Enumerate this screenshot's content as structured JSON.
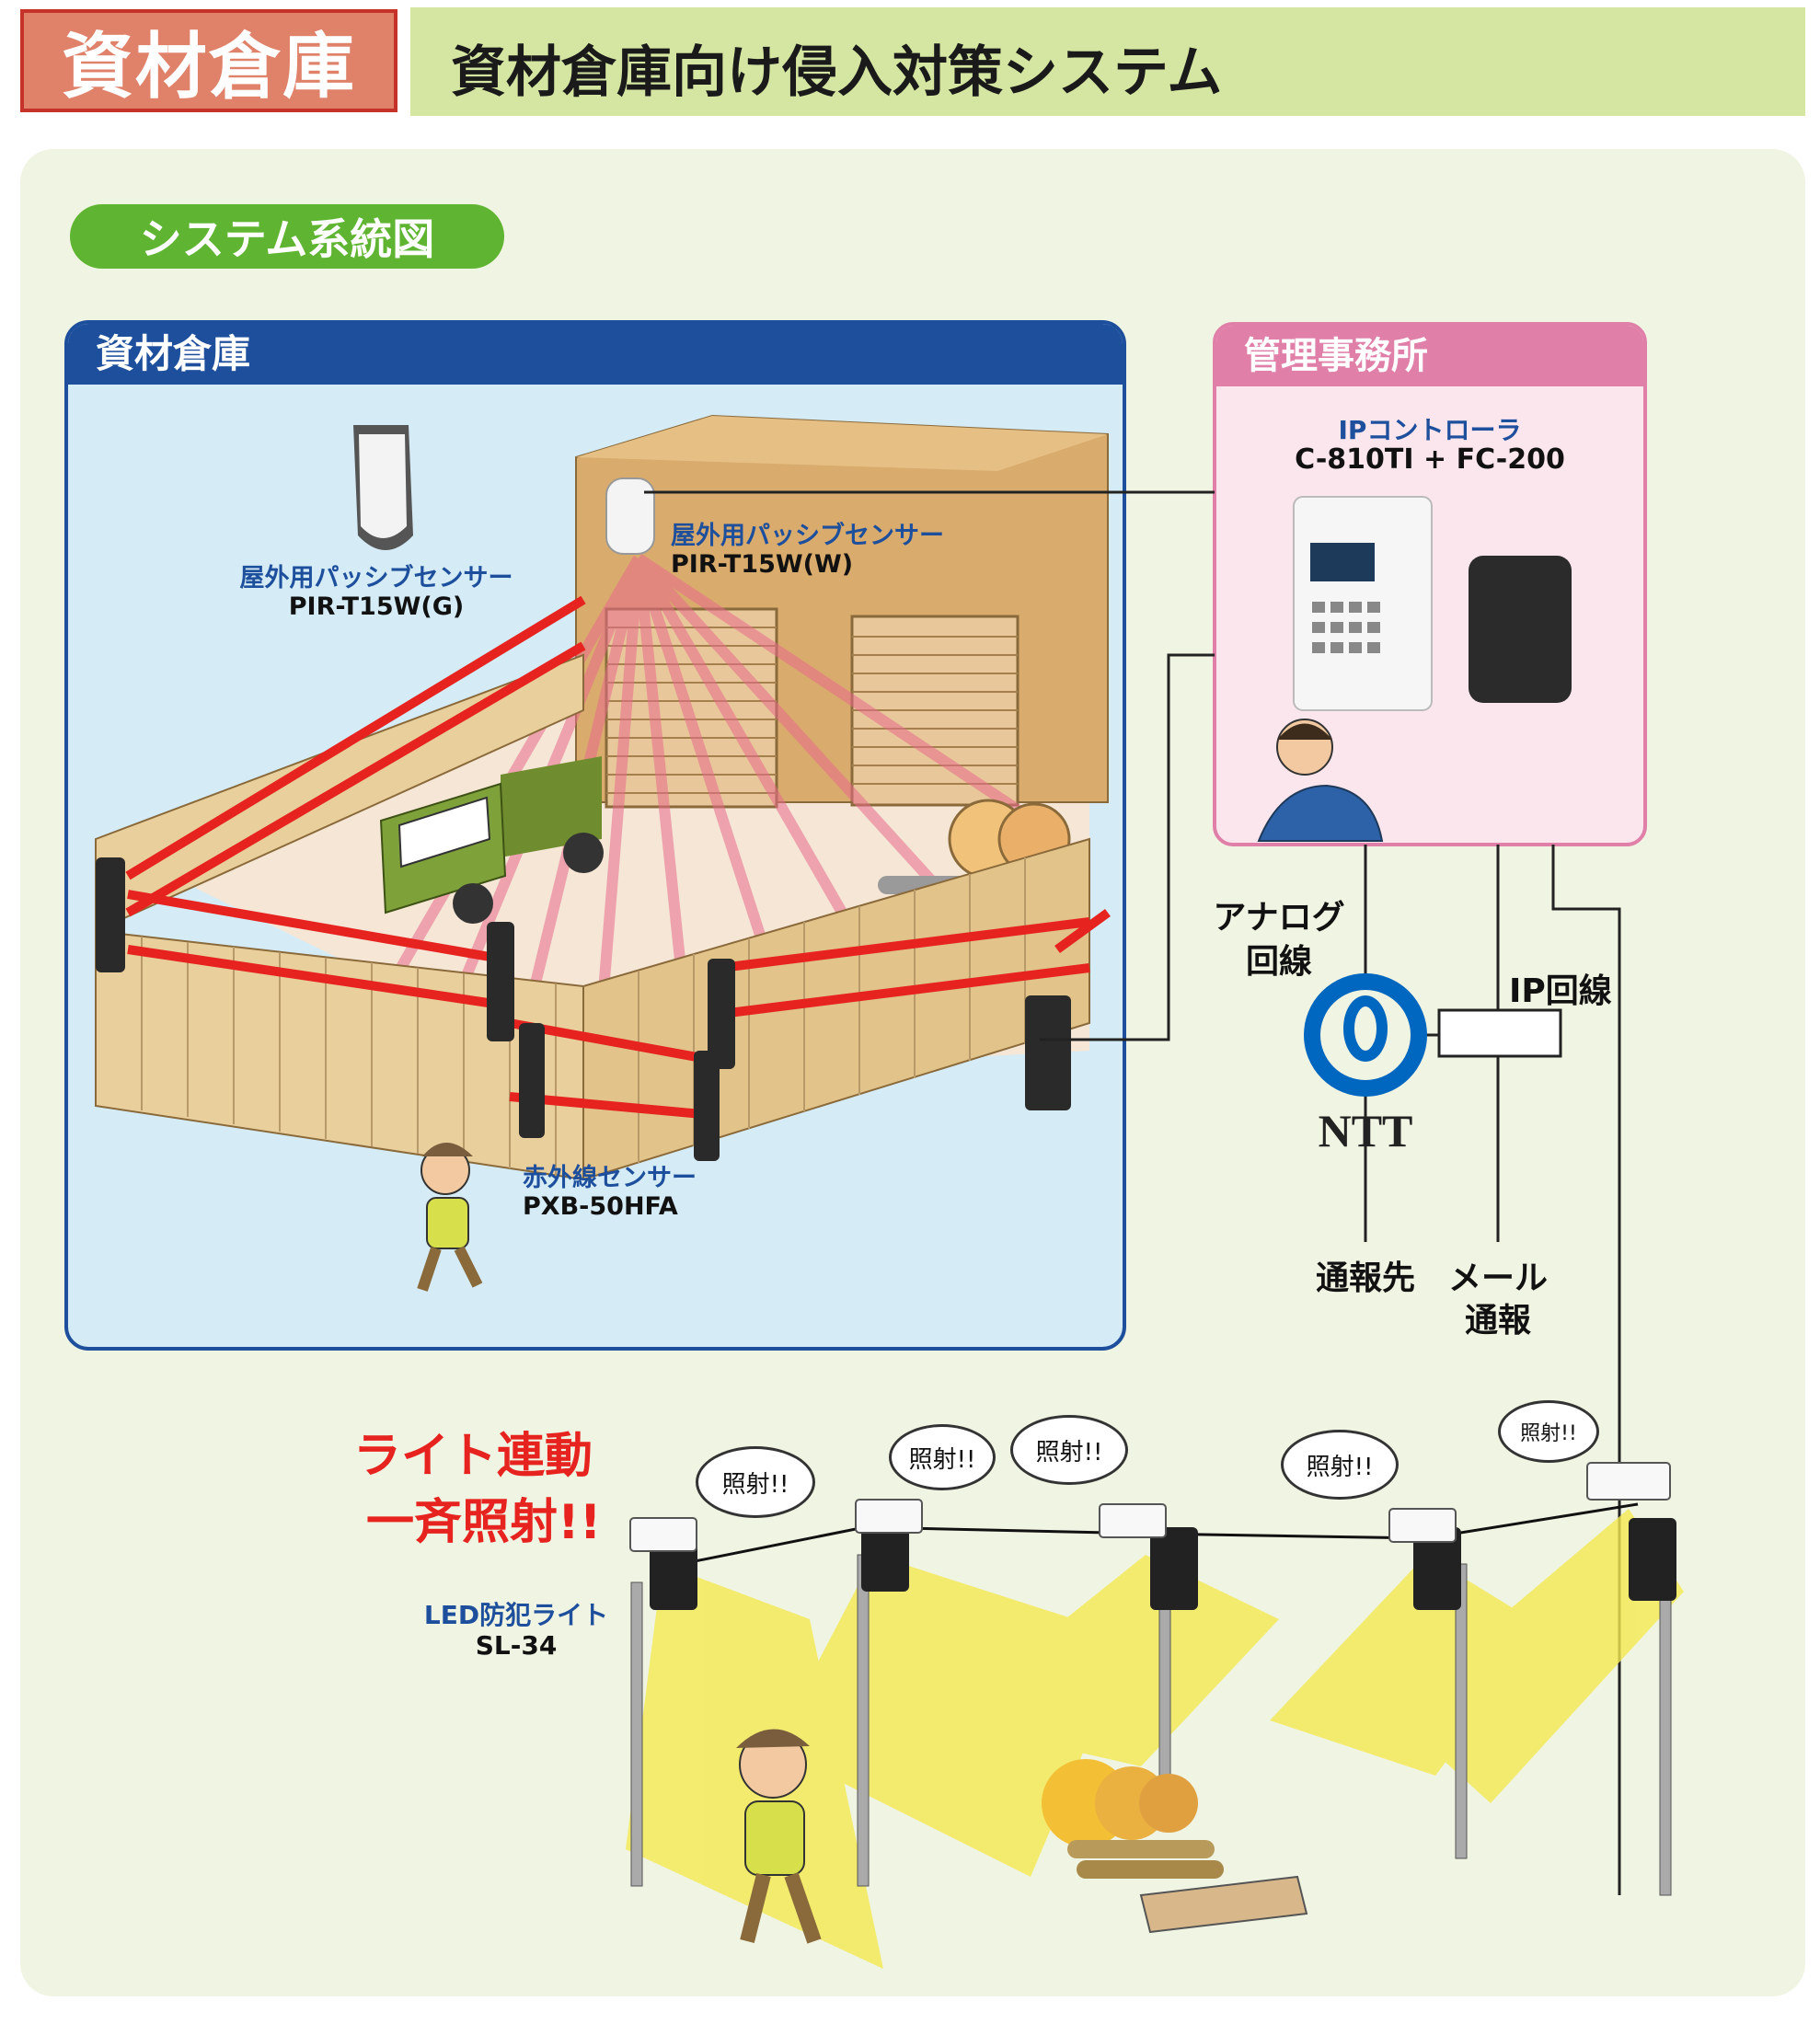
{
  "header": {
    "badge": "資材倉庫",
    "title": "資材倉庫向け侵入対策システム"
  },
  "section_pill": "システム系統図",
  "warehouse_panel": {
    "title": "資材倉庫",
    "sensor_g": {
      "name": "屋外用パッシブセンサー",
      "model": "PIR-T15W(G)"
    },
    "sensor_w": {
      "name": "屋外用パッシブセンサー",
      "model": "PIR-T15W(W)"
    },
    "ir_sensor": {
      "name": "赤外線センサー",
      "model": "PXB-50HFA"
    }
  },
  "office_panel": {
    "title": "管理事務所",
    "controller_name": "IPコントローラ",
    "controller_model": "C-810TI + FC-200"
  },
  "network": {
    "analog_line_1": "アナログ",
    "analog_line_2": "回線",
    "ntt": "NTT",
    "ip_line": "IP回線",
    "notify_dest": "通報先",
    "mail_1": "メール",
    "mail_2": "通報"
  },
  "lighting": {
    "headline_1": "ライト連動",
    "headline_2": "一斉照射!!",
    "light_name": "LED防犯ライト",
    "light_model": "SL-34",
    "bubbles": [
      "照射!!",
      "照射!!",
      "照射!!",
      "照射!!",
      "照射!!"
    ]
  },
  "colors": {
    "badge_bg": "#e0826a",
    "header_band": "#d4e6a1",
    "panel_bg": "#f0f4e2",
    "pill_green": "#5fb531",
    "warehouse_blue": "#1e4f9c",
    "office_pink": "#e07fa8",
    "beam_red": "#e6231f",
    "light_yellow": "#f4ea52",
    "ntt_blue": "#0067c0"
  }
}
